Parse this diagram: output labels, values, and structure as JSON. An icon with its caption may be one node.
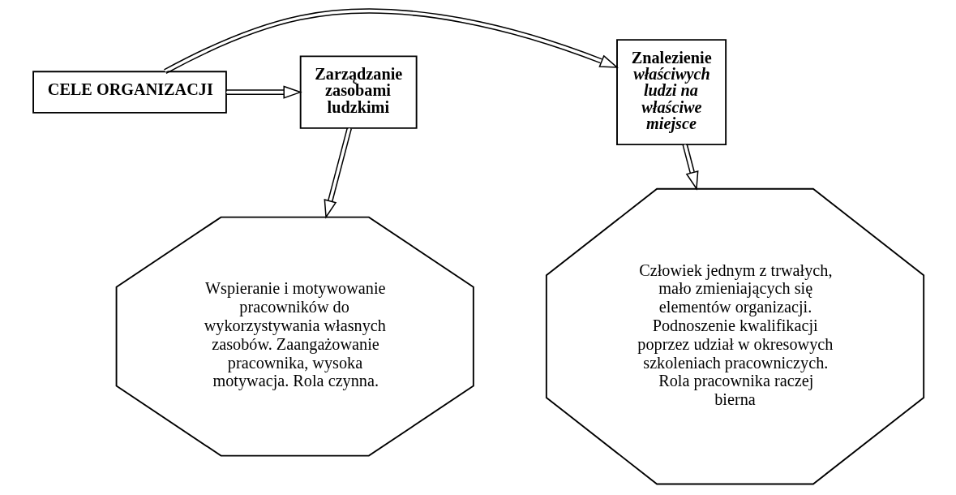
{
  "diagram": {
    "nodes": [
      {
        "text": [
          "CELE ORGANIZACJI"
        ]
      },
      {
        "text": [
          "Znalezienie",
          "właściwych ludzi na właściwe miejsce"
        ]
      },
      {
        "text": [
          "Zarządzanie zasobami ludzkimi"
        ]
      },
      {
        "text": [
          "Człowiek jednym z trwałych, mało zmieniających się elementów organizacji. Podnoszenie kwalifikacji poprzez udział w okresowych szkoleniach pracowniczych. Rola pracownika raczej bierna"
        ]
      },
      {
        "text": [
          "Wspieranie i motywowanie pracowników do wykorzystywania własnych zasobów. Zaangażowanie pracownika, wysoka motywacja. Rola czynna."
        ]
      }
    ],
    "edges": [
      {
        "from": 0,
        "to": 1,
        "arrow": "to"
      },
      {
        "from": 0,
        "to": 2,
        "arrow": "to"
      },
      {
        "from": 1,
        "to": 3,
        "arrow": "to"
      },
      {
        "from": 2,
        "to": 4,
        "arrow": "to"
      }
    ]
  }
}
